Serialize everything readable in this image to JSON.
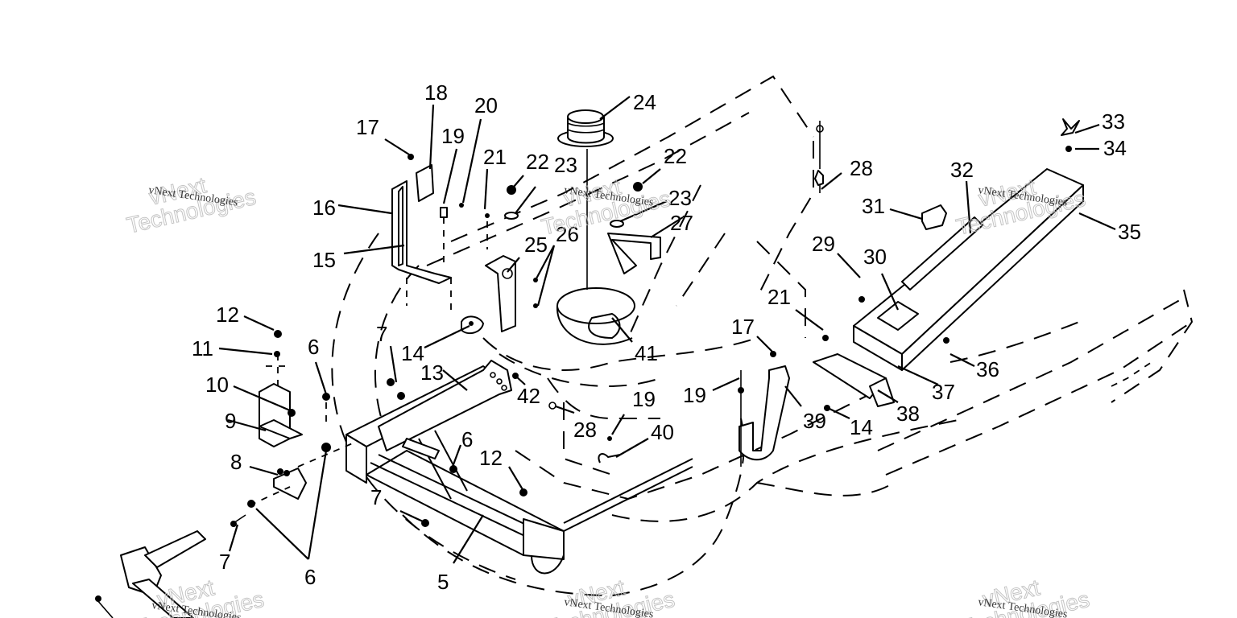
{
  "diagram": {
    "title": "Frame / Mower Deck Mounting Parts Diagram",
    "watermark": {
      "line_small": "vNext Technologies",
      "line_big_1": "vNext",
      "line_big_2": "Technologies"
    },
    "callouts": [
      {
        "id": "c5",
        "label": "5"
      },
      {
        "id": "c6a",
        "label": "6"
      },
      {
        "id": "c6b",
        "label": "6"
      },
      {
        "id": "c6c",
        "label": "6"
      },
      {
        "id": "c7a",
        "label": "7"
      },
      {
        "id": "c7b",
        "label": "7"
      },
      {
        "id": "c7c",
        "label": "7"
      },
      {
        "id": "c8",
        "label": "8"
      },
      {
        "id": "c9",
        "label": "9"
      },
      {
        "id": "c10",
        "label": "10"
      },
      {
        "id": "c11",
        "label": "11"
      },
      {
        "id": "c12a",
        "label": "12"
      },
      {
        "id": "c12b",
        "label": "12"
      },
      {
        "id": "c13",
        "label": "13"
      },
      {
        "id": "c14a",
        "label": "14"
      },
      {
        "id": "c14b",
        "label": "14"
      },
      {
        "id": "c15",
        "label": "15"
      },
      {
        "id": "c16",
        "label": "16"
      },
      {
        "id": "c17a",
        "label": "17"
      },
      {
        "id": "c17b",
        "label": "17"
      },
      {
        "id": "c18",
        "label": "18"
      },
      {
        "id": "c19a",
        "label": "19"
      },
      {
        "id": "c19b",
        "label": "19"
      },
      {
        "id": "c19c",
        "label": "19"
      },
      {
        "id": "c20",
        "label": "20"
      },
      {
        "id": "c21a",
        "label": "21"
      },
      {
        "id": "c21b",
        "label": "21"
      },
      {
        "id": "c22a",
        "label": "22"
      },
      {
        "id": "c22b",
        "label": "22"
      },
      {
        "id": "c23a",
        "label": "23"
      },
      {
        "id": "c23b",
        "label": "23"
      },
      {
        "id": "c24",
        "label": "24"
      },
      {
        "id": "c25",
        "label": "25"
      },
      {
        "id": "c26",
        "label": "26"
      },
      {
        "id": "c27",
        "label": "27"
      },
      {
        "id": "c28a",
        "label": "28"
      },
      {
        "id": "c28b",
        "label": "28"
      },
      {
        "id": "c29",
        "label": "29"
      },
      {
        "id": "c30",
        "label": "30"
      },
      {
        "id": "c31",
        "label": "31"
      },
      {
        "id": "c32",
        "label": "32"
      },
      {
        "id": "c33",
        "label": "33"
      },
      {
        "id": "c34",
        "label": "34"
      },
      {
        "id": "c35",
        "label": "35"
      },
      {
        "id": "c36",
        "label": "36"
      },
      {
        "id": "c37",
        "label": "37"
      },
      {
        "id": "c38",
        "label": "38"
      },
      {
        "id": "c39",
        "label": "39"
      },
      {
        "id": "c40",
        "label": "40"
      },
      {
        "id": "c41",
        "label": "41"
      },
      {
        "id": "c42",
        "label": "42"
      }
    ]
  }
}
